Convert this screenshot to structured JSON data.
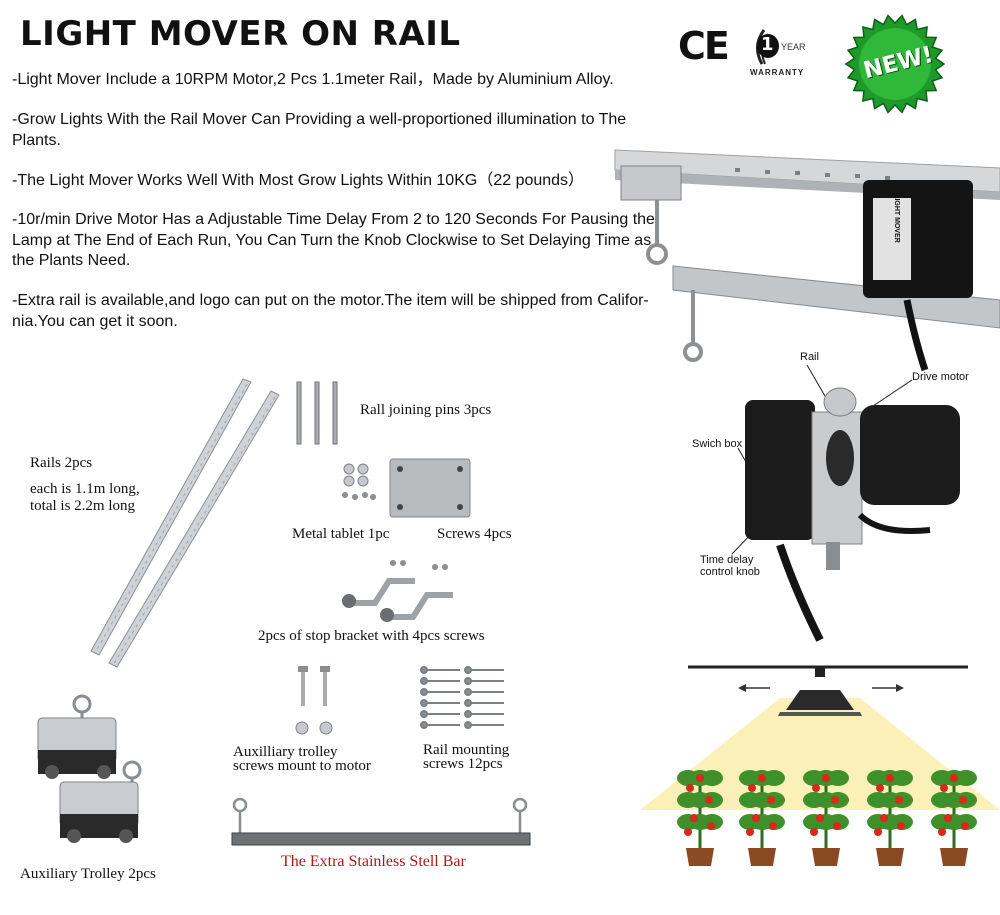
{
  "title": "LIGHT MOVER ON RAIL",
  "paragraphs": [
    "-Light Mover Include a 10RPM Motor,2 Pcs 1.1meter Rail，Made by Aluminium Alloy.",
    "-Grow Lights With the Rail Mover Can Providing a well-proportioned illumination to The Plants.",
    "-The Light Mover Works Well With Most Grow Lights Within 10KG（22 pounds）",
    "-10r/min Drive Motor Has a Adjustable Time Delay From 2 to 120 Seconds For Pausing the Lamp at The End of Each Run, You Can Turn the Knob Clockwise to Set Delaying Time as the Plants Need.",
    "-Extra rail is available,and logo can put on the motor.The item will be shipped from Califor-nia.You can get it soon."
  ],
  "badges": {
    "ce": "CE",
    "warranty_number": "1",
    "warranty_unit": "YEAR",
    "warranty_word": "WARRANTY",
    "new": "NEW!"
  },
  "motor_label": "LIGHT MOVER",
  "components": {
    "rails_title": "Rails 2pcs",
    "rails_desc_1": "each is 1.1m long,",
    "rails_desc_2": "total is 2.2m long",
    "pins": "Rall joining pins 3pcs",
    "metal_tablet": "Metal tablet 1pc",
    "screws": "Screws 4pcs",
    "stop_bracket": "2pcs of stop bracket with 4pcs screws",
    "aux_screws_1": "Auxilliary trolley",
    "aux_screws_2": "screws mount to motor",
    "rail_mounting_1": "Rail mounting",
    "rail_mounting_2": "screws 12pcs",
    "aux_trolley": "Auxiliary Trolley 2pcs",
    "extra_bar": "The Extra Stainless Stell Bar"
  },
  "diagram_labels": {
    "rail": "Rail",
    "drive_motor": "Drive motor",
    "switch_box": "Swich box",
    "time_delay_1": "Time delay",
    "time_delay_2": "control knob"
  },
  "colors": {
    "text": "#111111",
    "new_badge_green": "#1e9a2a",
    "extra_bar_red": "#b01818",
    "light_cone": "#fbf1b8"
  }
}
